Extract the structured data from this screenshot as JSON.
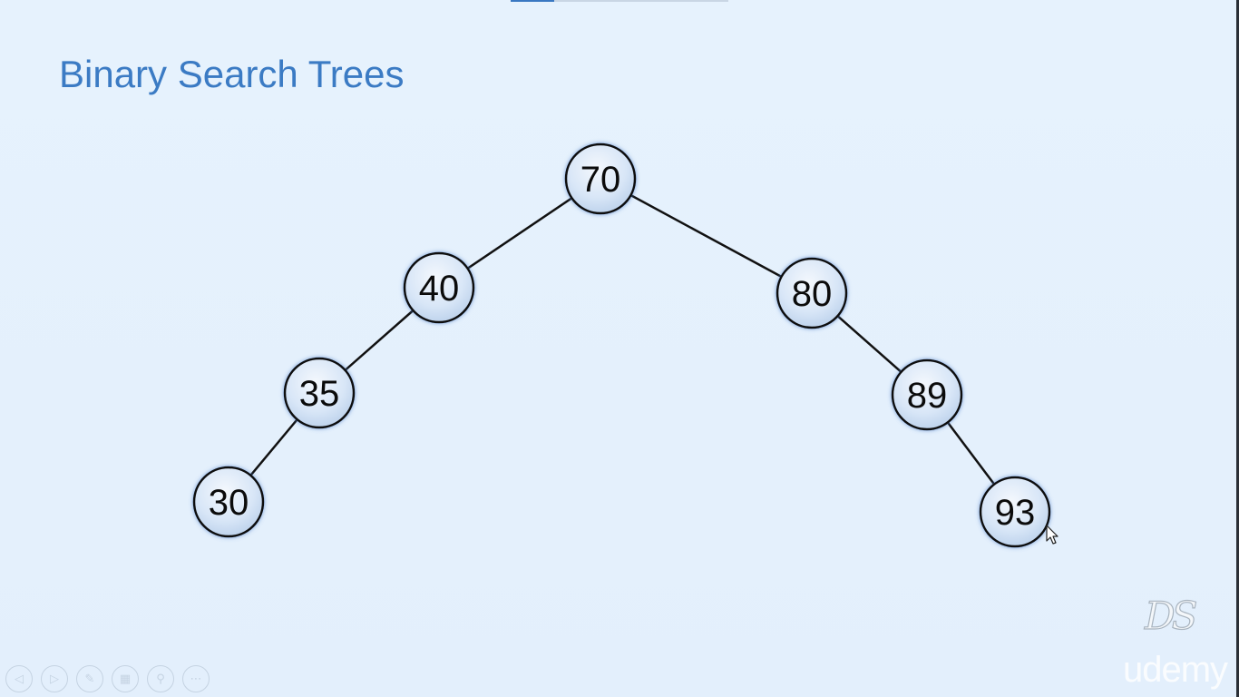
{
  "slide": {
    "title": "Binary Search Trees"
  },
  "tree": {
    "nodes": [
      {
        "id": "n70",
        "label": "70"
      },
      {
        "id": "n40",
        "label": "40"
      },
      {
        "id": "n80",
        "label": "80"
      },
      {
        "id": "n35",
        "label": "35"
      },
      {
        "id": "n89",
        "label": "89"
      },
      {
        "id": "n30",
        "label": "30"
      },
      {
        "id": "n93",
        "label": "93"
      }
    ],
    "edges": [
      [
        "n70",
        "n40"
      ],
      [
        "n70",
        "n80"
      ],
      [
        "n40",
        "n35"
      ],
      [
        "n35",
        "n30"
      ],
      [
        "n80",
        "n89"
      ],
      [
        "n89",
        "n93"
      ]
    ]
  },
  "controls": [
    {
      "name": "previous-slide-icon",
      "glyph": "◁"
    },
    {
      "name": "next-slide-icon",
      "glyph": "▷"
    },
    {
      "name": "pen-icon",
      "glyph": "✎"
    },
    {
      "name": "slides-grid-icon",
      "glyph": "▦"
    },
    {
      "name": "zoom-icon",
      "glyph": "⚲"
    },
    {
      "name": "more-options-icon",
      "glyph": "⋯"
    }
  ],
  "branding": {
    "logo_text": "DS",
    "watermark": "udemy"
  },
  "colors": {
    "background": "#e4f0fc",
    "title": "#3b7bc4",
    "node_fill": "#dbe8f8",
    "node_stroke": "#111111",
    "edge": "#111111"
  }
}
